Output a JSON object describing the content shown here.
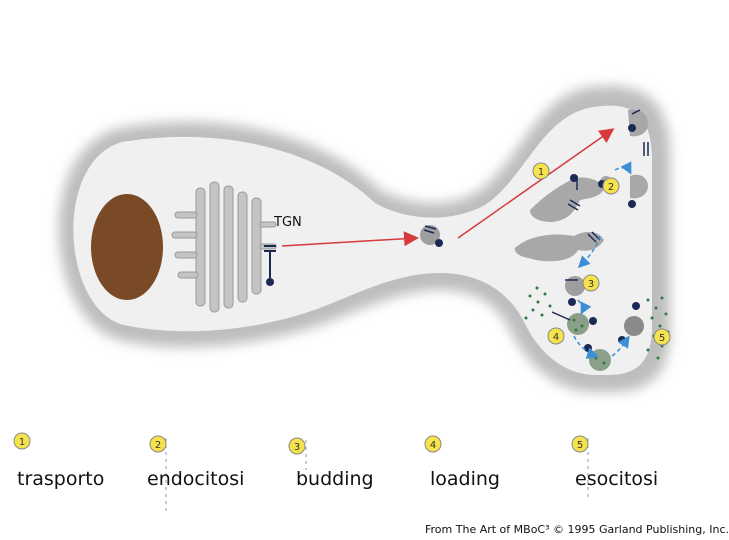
{
  "diagram": {
    "organelle_label": "TGN",
    "step_numbers": [
      "1",
      "2",
      "3",
      "4",
      "5"
    ],
    "legend": [
      {
        "number": "1",
        "label": "trasporto"
      },
      {
        "number": "2",
        "label": "endocitosi"
      },
      {
        "number": "3",
        "label": "budding"
      },
      {
        "number": "4",
        "label": "loading"
      },
      {
        "number": "5",
        "label": "esocitosi"
      }
    ],
    "credit": "From The Art of MBoC³ © 1995 Garland Publishing, Inc.",
    "colors": {
      "cell_outline": "#bdbdbd",
      "cytoplasm": "#f0f0f0",
      "nucleus": "#7a4a26",
      "golgi": "#c4c4c4",
      "transport_arrow": "#d63a3a",
      "cycle_arrow": "#3a8fd6",
      "marker_yellow": "#f6e24a",
      "granule_green": "#2f7a3a",
      "receptor": "#1b2a55"
    }
  }
}
